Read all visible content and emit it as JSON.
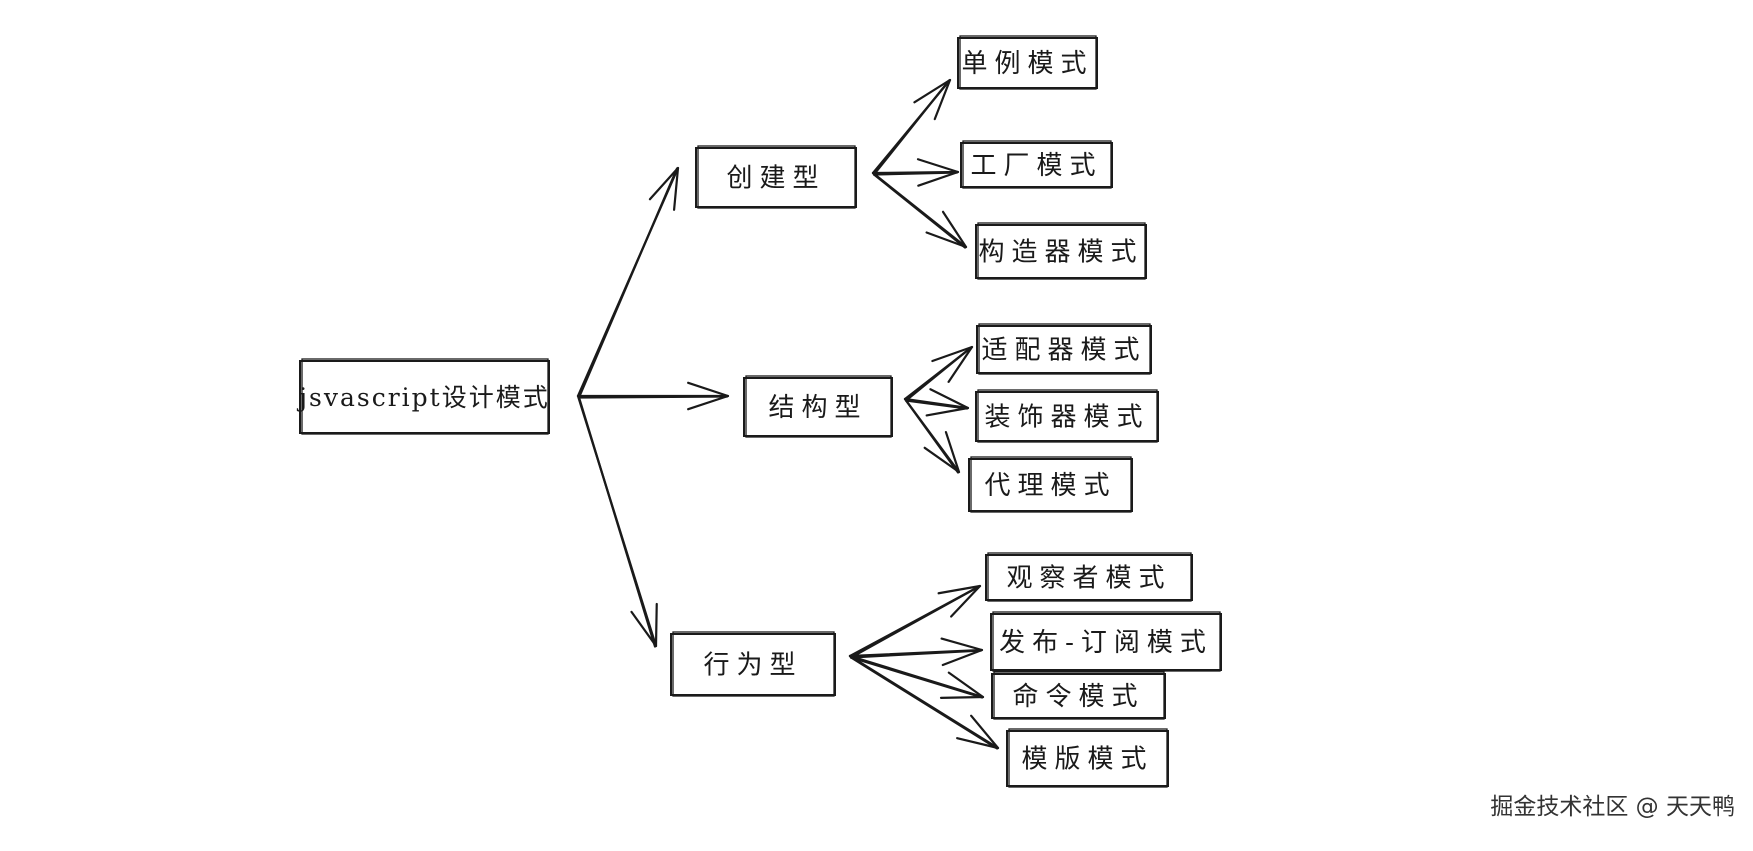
{
  "diagram": {
    "root": {
      "id": "root",
      "label": "jsvascript设计模式"
    },
    "categories": [
      {
        "id": "creational",
        "label": "创建型"
      },
      {
        "id": "structural",
        "label": "结构型"
      },
      {
        "id": "behavioral",
        "label": "行为型"
      }
    ],
    "patterns": [
      {
        "id": "singleton",
        "label": "单例模式",
        "parent": "creational"
      },
      {
        "id": "factory",
        "label": "工厂模式",
        "parent": "creational"
      },
      {
        "id": "constructor",
        "label": "构造器模式",
        "parent": "creational"
      },
      {
        "id": "adapter",
        "label": "适配器模式",
        "parent": "structural"
      },
      {
        "id": "decorator",
        "label": "装饰器模式",
        "parent": "structural"
      },
      {
        "id": "proxy",
        "label": "代理模式",
        "parent": "structural"
      },
      {
        "id": "observer",
        "label": "观察者模式",
        "parent": "behavioral"
      },
      {
        "id": "pubsub",
        "label": "发布-订阅模式",
        "parent": "behavioral"
      },
      {
        "id": "command",
        "label": "命令模式",
        "parent": "behavioral"
      },
      {
        "id": "template",
        "label": "模版模式",
        "parent": "behavioral"
      }
    ],
    "edges": [
      {
        "from": "root",
        "to": "creational"
      },
      {
        "from": "root",
        "to": "structural"
      },
      {
        "from": "root",
        "to": "behavioral"
      },
      {
        "from": "creational",
        "to": "singleton"
      },
      {
        "from": "creational",
        "to": "factory"
      },
      {
        "from": "creational",
        "to": "constructor"
      },
      {
        "from": "structural",
        "to": "adapter"
      },
      {
        "from": "structural",
        "to": "decorator"
      },
      {
        "from": "structural",
        "to": "proxy"
      },
      {
        "from": "behavioral",
        "to": "observer"
      },
      {
        "from": "behavioral",
        "to": "pubsub"
      },
      {
        "from": "behavioral",
        "to": "command"
      },
      {
        "from": "behavioral",
        "to": "template"
      }
    ]
  },
  "watermark": "掘金技术社区 @ 天天鸭"
}
